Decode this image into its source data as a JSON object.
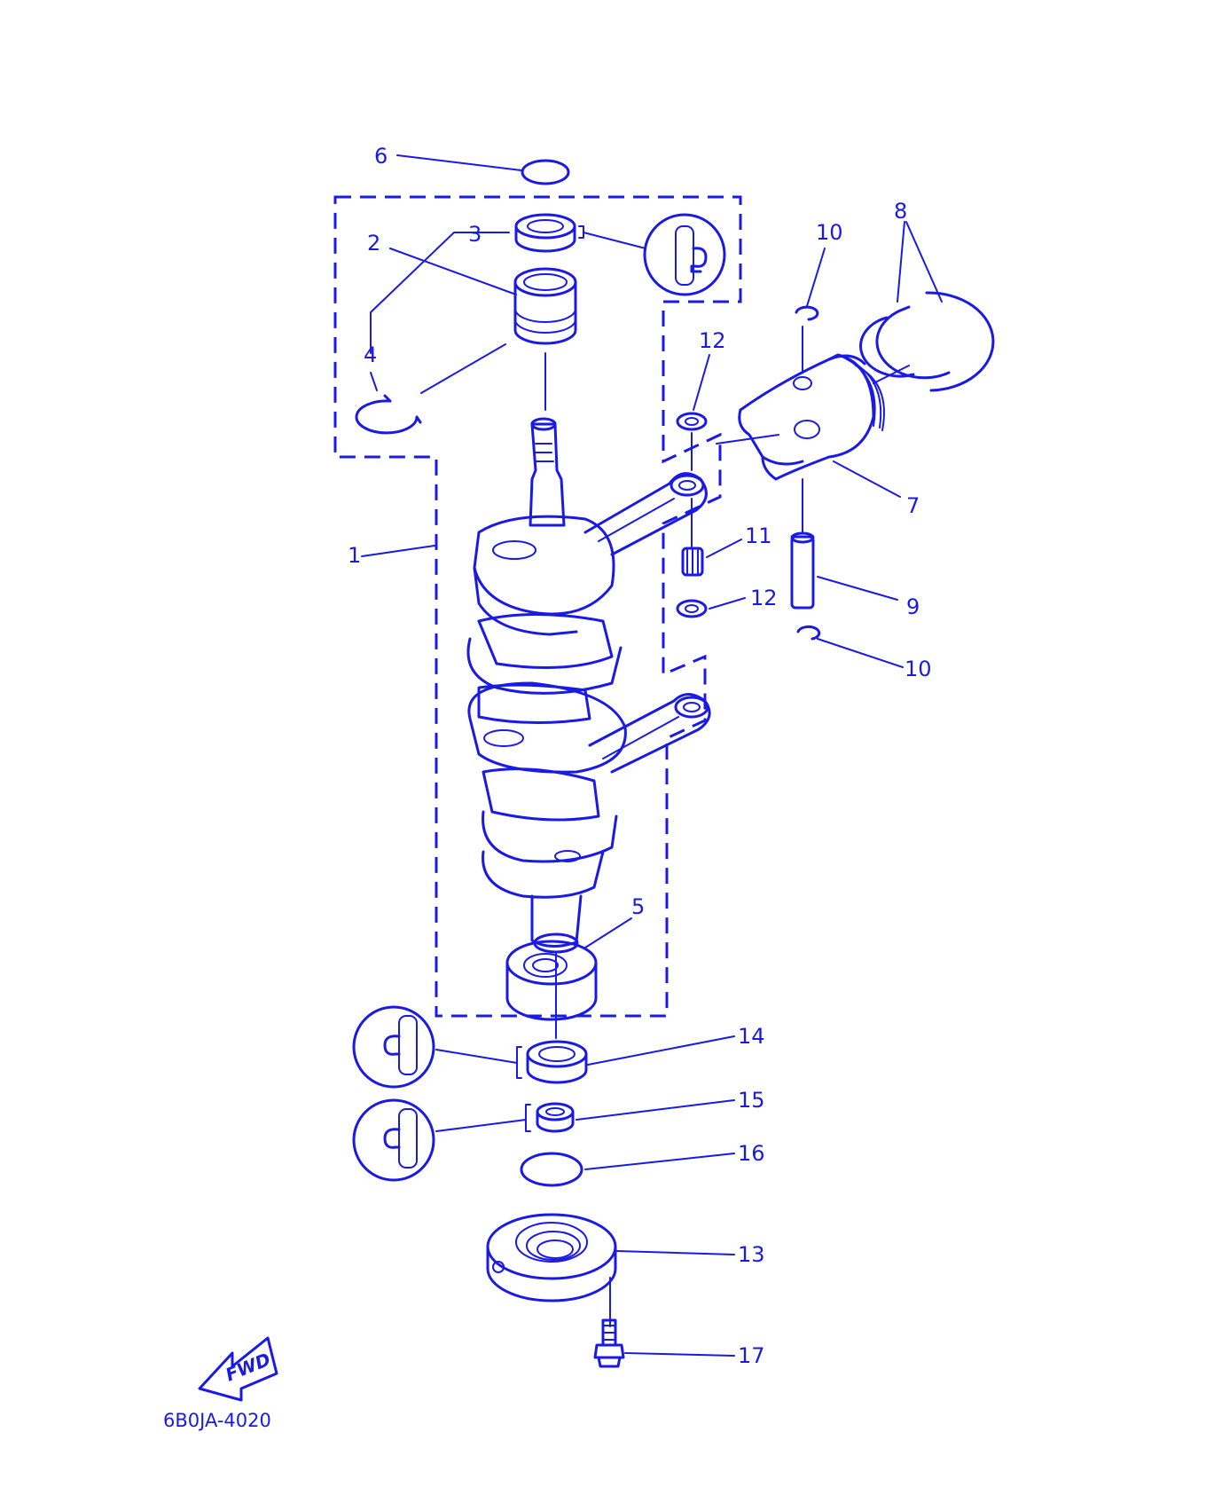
{
  "callouts": {
    "c1": "1",
    "c2": "2",
    "c3": "3",
    "c4": "4",
    "c5": "5",
    "c6": "6",
    "c7": "7",
    "c8": "8",
    "c9": "9",
    "c10a": "10",
    "c10b": "10",
    "c11": "11",
    "c12a": "12",
    "c12b": "12",
    "c13": "13",
    "c14": "14",
    "c15": "15",
    "c16": "16",
    "c17": "17"
  },
  "fwd_label": "FWD",
  "figure_code": "6B0JA-4020",
  "line_color": "#1a1ae6"
}
